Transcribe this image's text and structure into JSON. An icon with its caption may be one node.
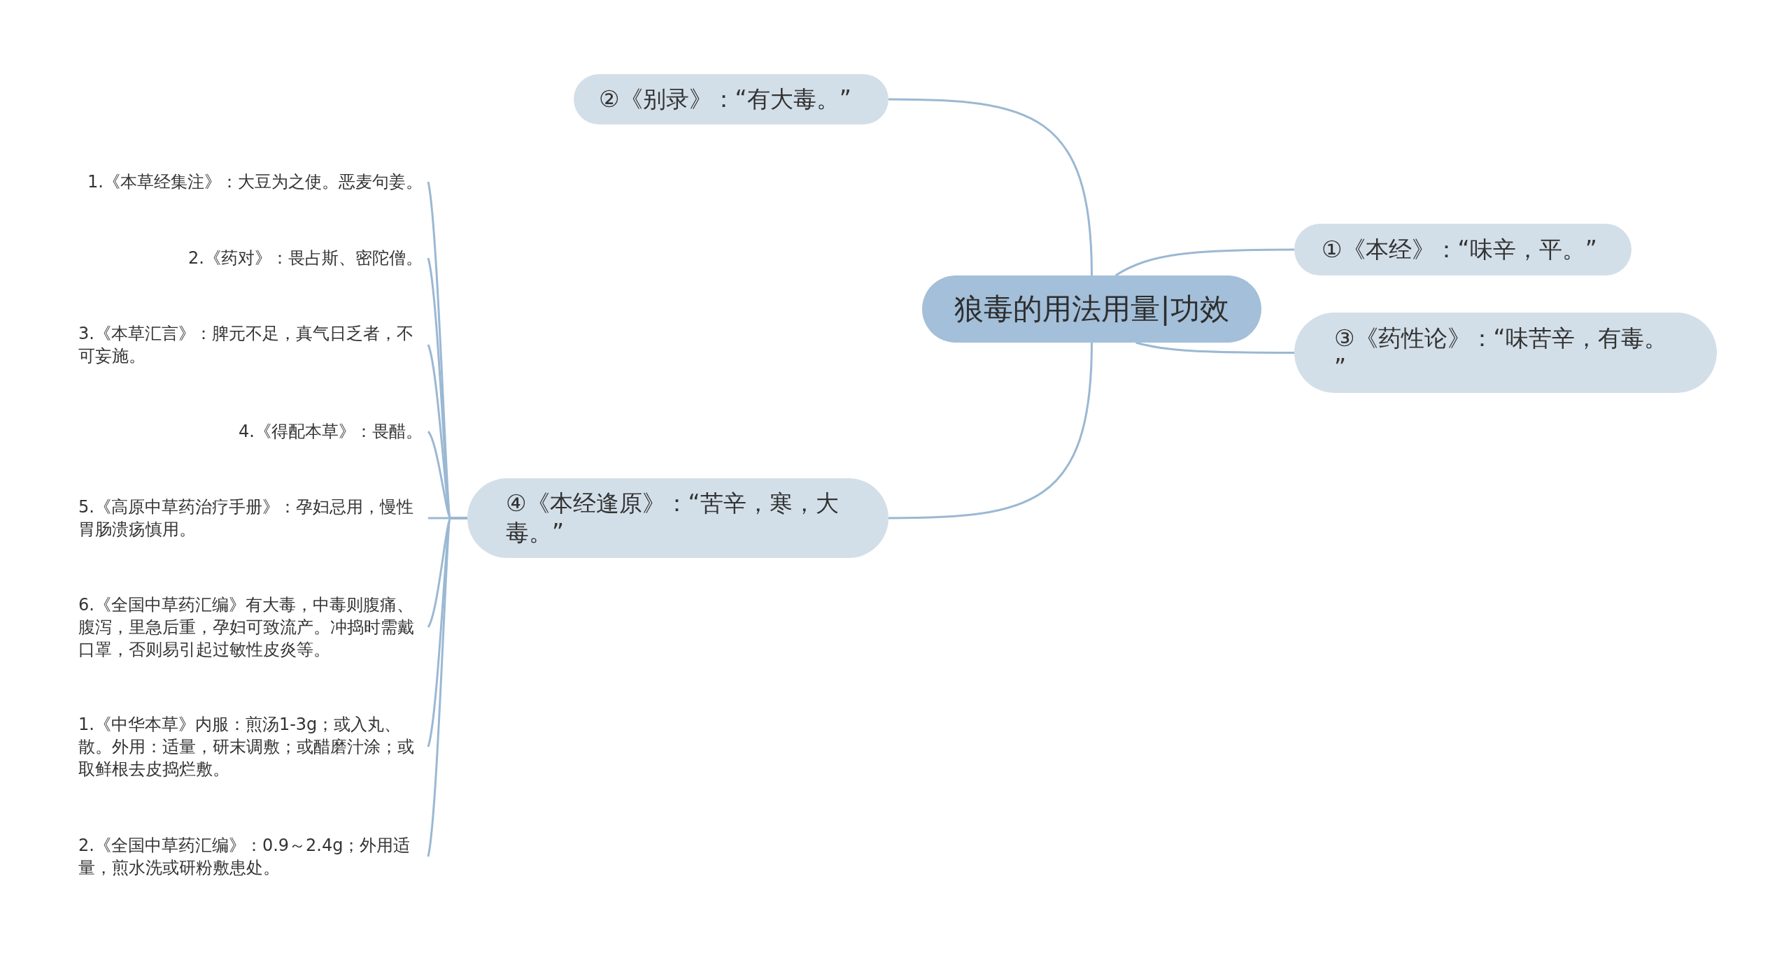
{
  "diagram": {
    "nodes": [
      {
        "text": [
          "狼毒的用法用量|功效"
        ]
      },
      {
        "text": [
          "②《别录》：“有大毒。”"
        ]
      },
      {
        "text": [
          "①《本经》：“味辛，平。”"
        ]
      },
      {
        "text": [
          "③《药性论》：“味苦辛，有毒。”"
        ]
      },
      {
        "text": [
          "④《本经逢原》：“苦辛，寒，大毒。”"
        ]
      },
      {
        "text": [
          "1.《本草经集注》：大豆为之使。恶麦句姜。"
        ]
      },
      {
        "text": [
          "2.《药对》：畏占斯、密陀僧。"
        ]
      },
      {
        "text": [
          "3.《本草汇言》：脾元不足，真气日乏者，不可妄施。"
        ]
      },
      {
        "text": [
          "4.《得配本草》：畏醋。"
        ]
      },
      {
        "text": [
          "5.《高原中草药治疗手册》：孕妇忌用，慢性胃肠溃疡慎用。"
        ]
      },
      {
        "text": [
          "6.《全国中草药汇编》有大毒，中毒则腹痛、腹泻，里急后重，孕妇可致流产。冲捣时需戴口罩，否则易引起过敏性皮炎等。"
        ]
      },
      {
        "text": [
          "1.《中华本草》内服：煎汤1-3g；或入丸、散。外用：适量，研末调敷；或醋磨汁涂；或取鲜根去皮捣烂敷。"
        ]
      },
      {
        "text": [
          "2.《全国中草药汇编》：0.9～2.4g；外用适量，煎水洗或研粉敷患处。"
        ]
      }
    ],
    "edges": [
      {
        "from": 0,
        "to": 1,
        "arrow": "none"
      },
      {
        "from": 0,
        "to": 2,
        "arrow": "none"
      },
      {
        "from": 0,
        "to": 3,
        "arrow": "none"
      },
      {
        "from": 0,
        "to": 4,
        "arrow": "none"
      },
      {
        "from": 4,
        "to": 5,
        "arrow": "none"
      },
      {
        "from": 4,
        "to": 6,
        "arrow": "none"
      },
      {
        "from": 4,
        "to": 7,
        "arrow": "none"
      },
      {
        "from": 4,
        "to": 8,
        "arrow": "none"
      },
      {
        "from": 4,
        "to": 9,
        "arrow": "none"
      },
      {
        "from": 4,
        "to": 10,
        "arrow": "none"
      },
      {
        "from": 4,
        "to": 11,
        "arrow": "none"
      },
      {
        "from": 4,
        "to": 12,
        "arrow": "none"
      }
    ]
  }
}
